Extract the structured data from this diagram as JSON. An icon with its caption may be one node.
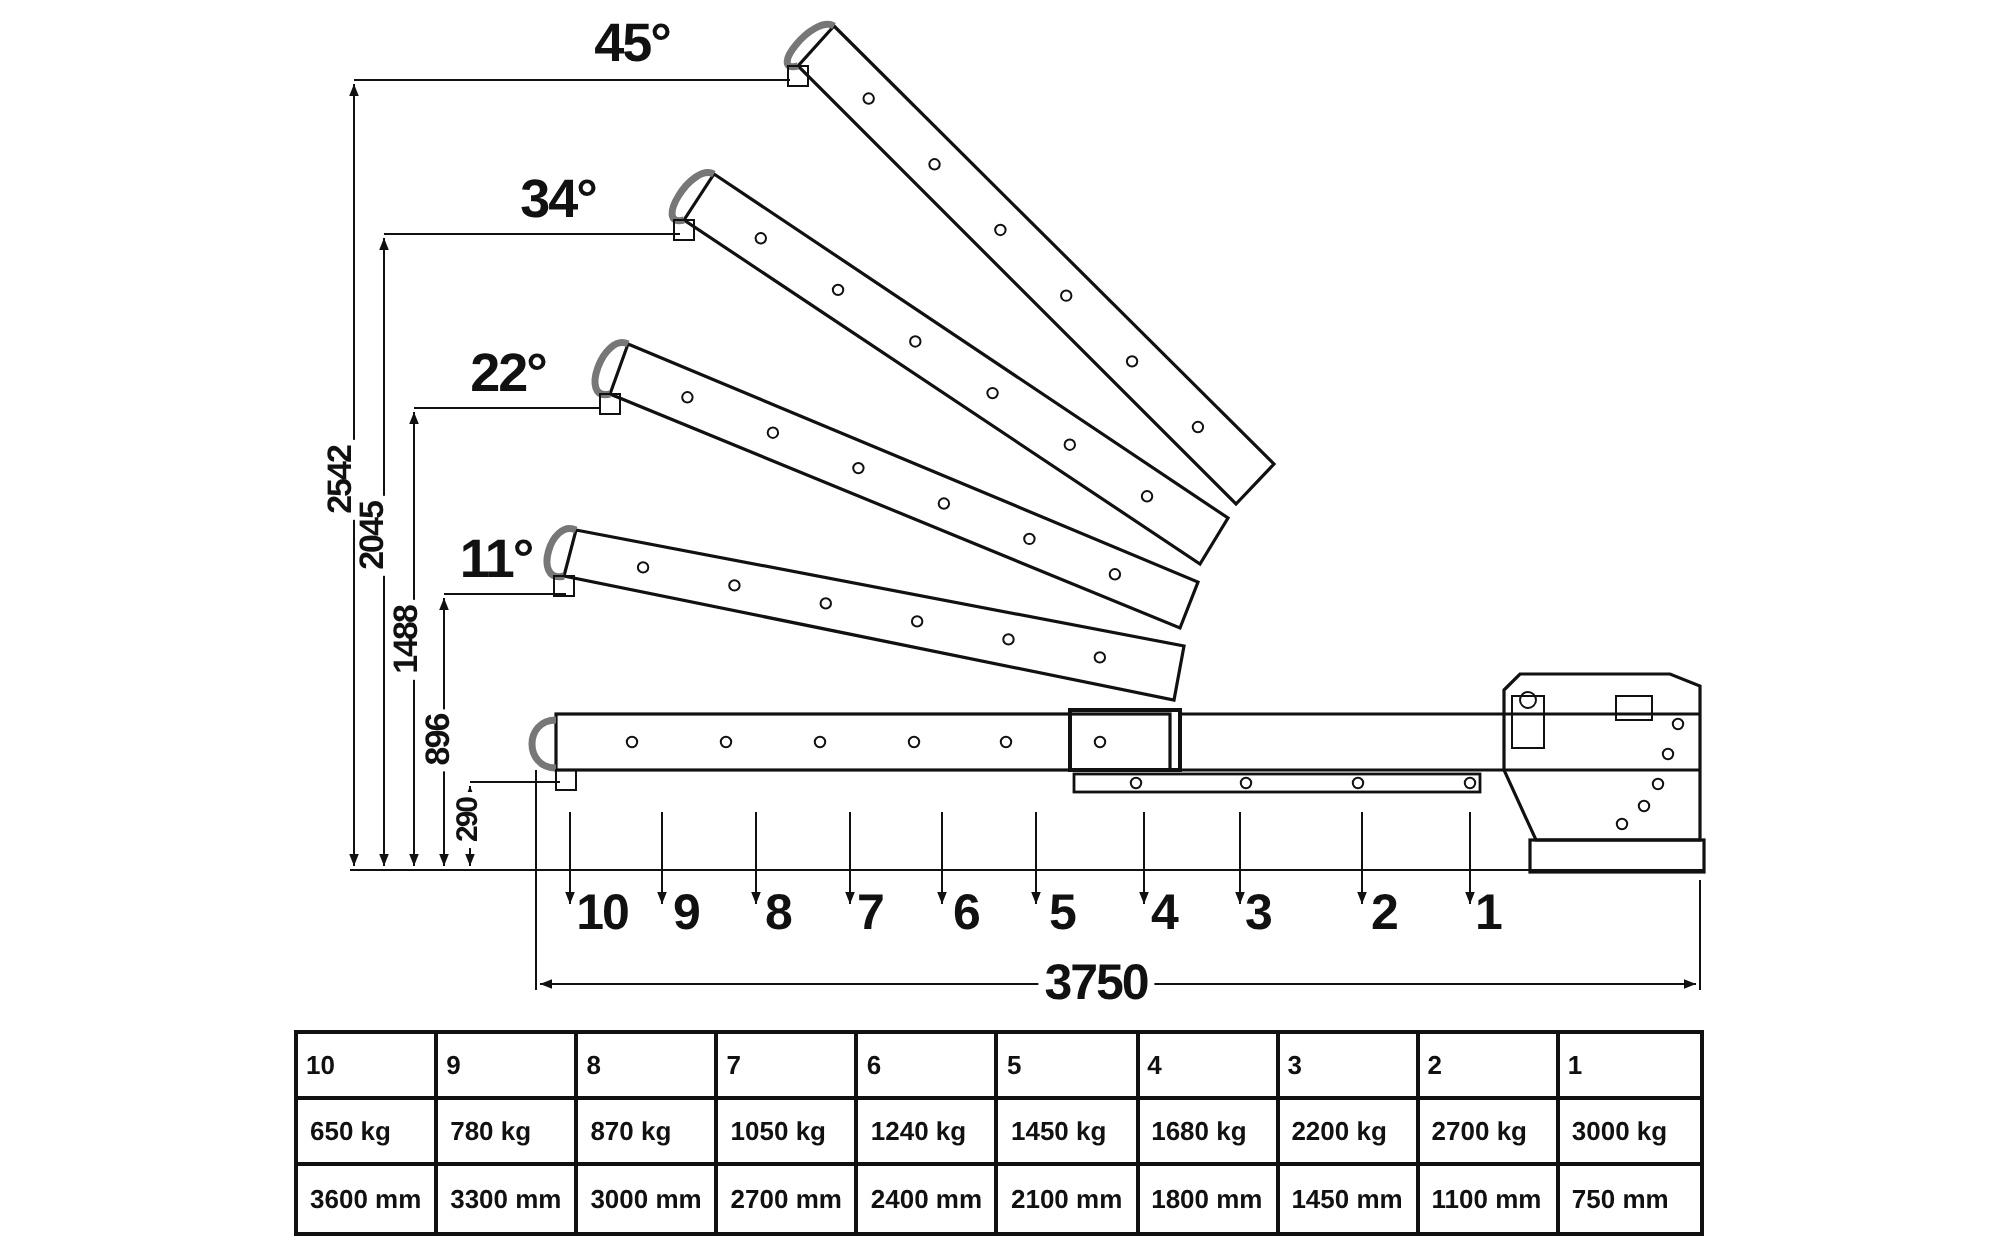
{
  "diagram": {
    "labels": [
      "45°",
      "34°",
      "22°",
      "11°",
      "2542",
      "2045",
      "1488",
      "896",
      "290",
      "10",
      "9",
      "8",
      "7",
      "6",
      "5",
      "4",
      "3",
      "2",
      "1",
      "3750",
      "10",
      "9",
      "8",
      "7",
      "6",
      "5",
      "4",
      "3",
      "2",
      "1",
      "650 kg",
      "780 kg",
      "870 kg",
      "1050 kg",
      "1240 kg",
      "1450 kg",
      "1680 kg",
      "2200 kg",
      "2700 kg",
      "3000 kg",
      "3600 mm",
      "3300 mm",
      "3000 mm",
      "2700 mm",
      "2400 mm",
      "2100 mm",
      "1800 mm",
      "1450 mm",
      "1100 mm",
      "750 mm"
    ]
  }
}
